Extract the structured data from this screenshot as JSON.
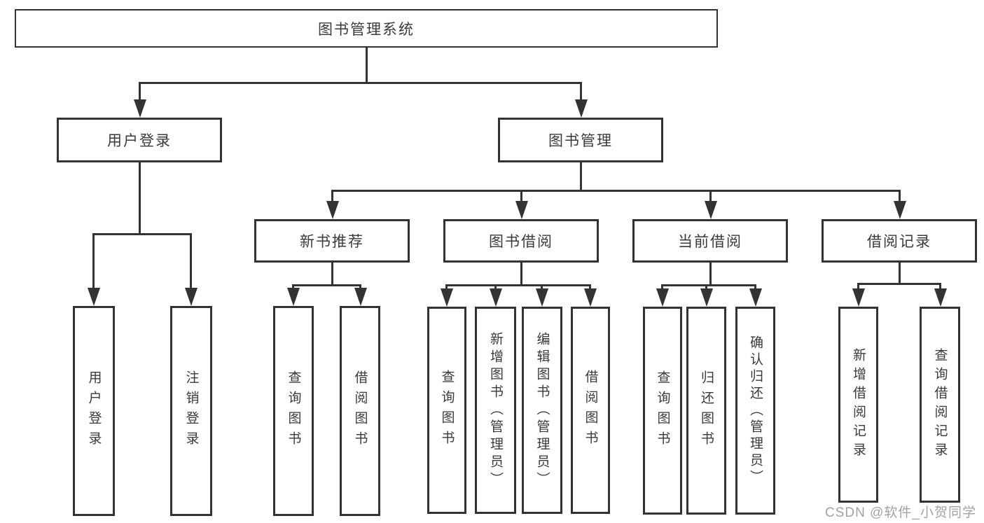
{
  "diagram": {
    "root_label": "图书管理系统",
    "branches": [
      {
        "label": "用户登录",
        "children": [
          "用户登录",
          "注销登录"
        ]
      },
      {
        "label": "图书管理",
        "sections": [
          {
            "label": "新书推荐",
            "children": [
              "查询图书",
              "借阅图书"
            ]
          },
          {
            "label": "图书借阅",
            "children": [
              "查询图书",
              "新增图书（管理员）",
              "编辑图书（管理员）",
              "借阅图书"
            ]
          },
          {
            "label": "当前借阅",
            "children": [
              "查询图书",
              "归还图书",
              "确认归还（管理员）"
            ]
          },
          {
            "label": "借阅记录",
            "children": [
              "新增借阅记录",
              "查询借阅记录"
            ]
          }
        ]
      }
    ]
  },
  "watermark": "CSDN @软件_小贺同学",
  "colors": {
    "background": "#ffffff",
    "line": "#333333",
    "text": "#3a3a3a",
    "watermark": "#a2a2a2"
  }
}
